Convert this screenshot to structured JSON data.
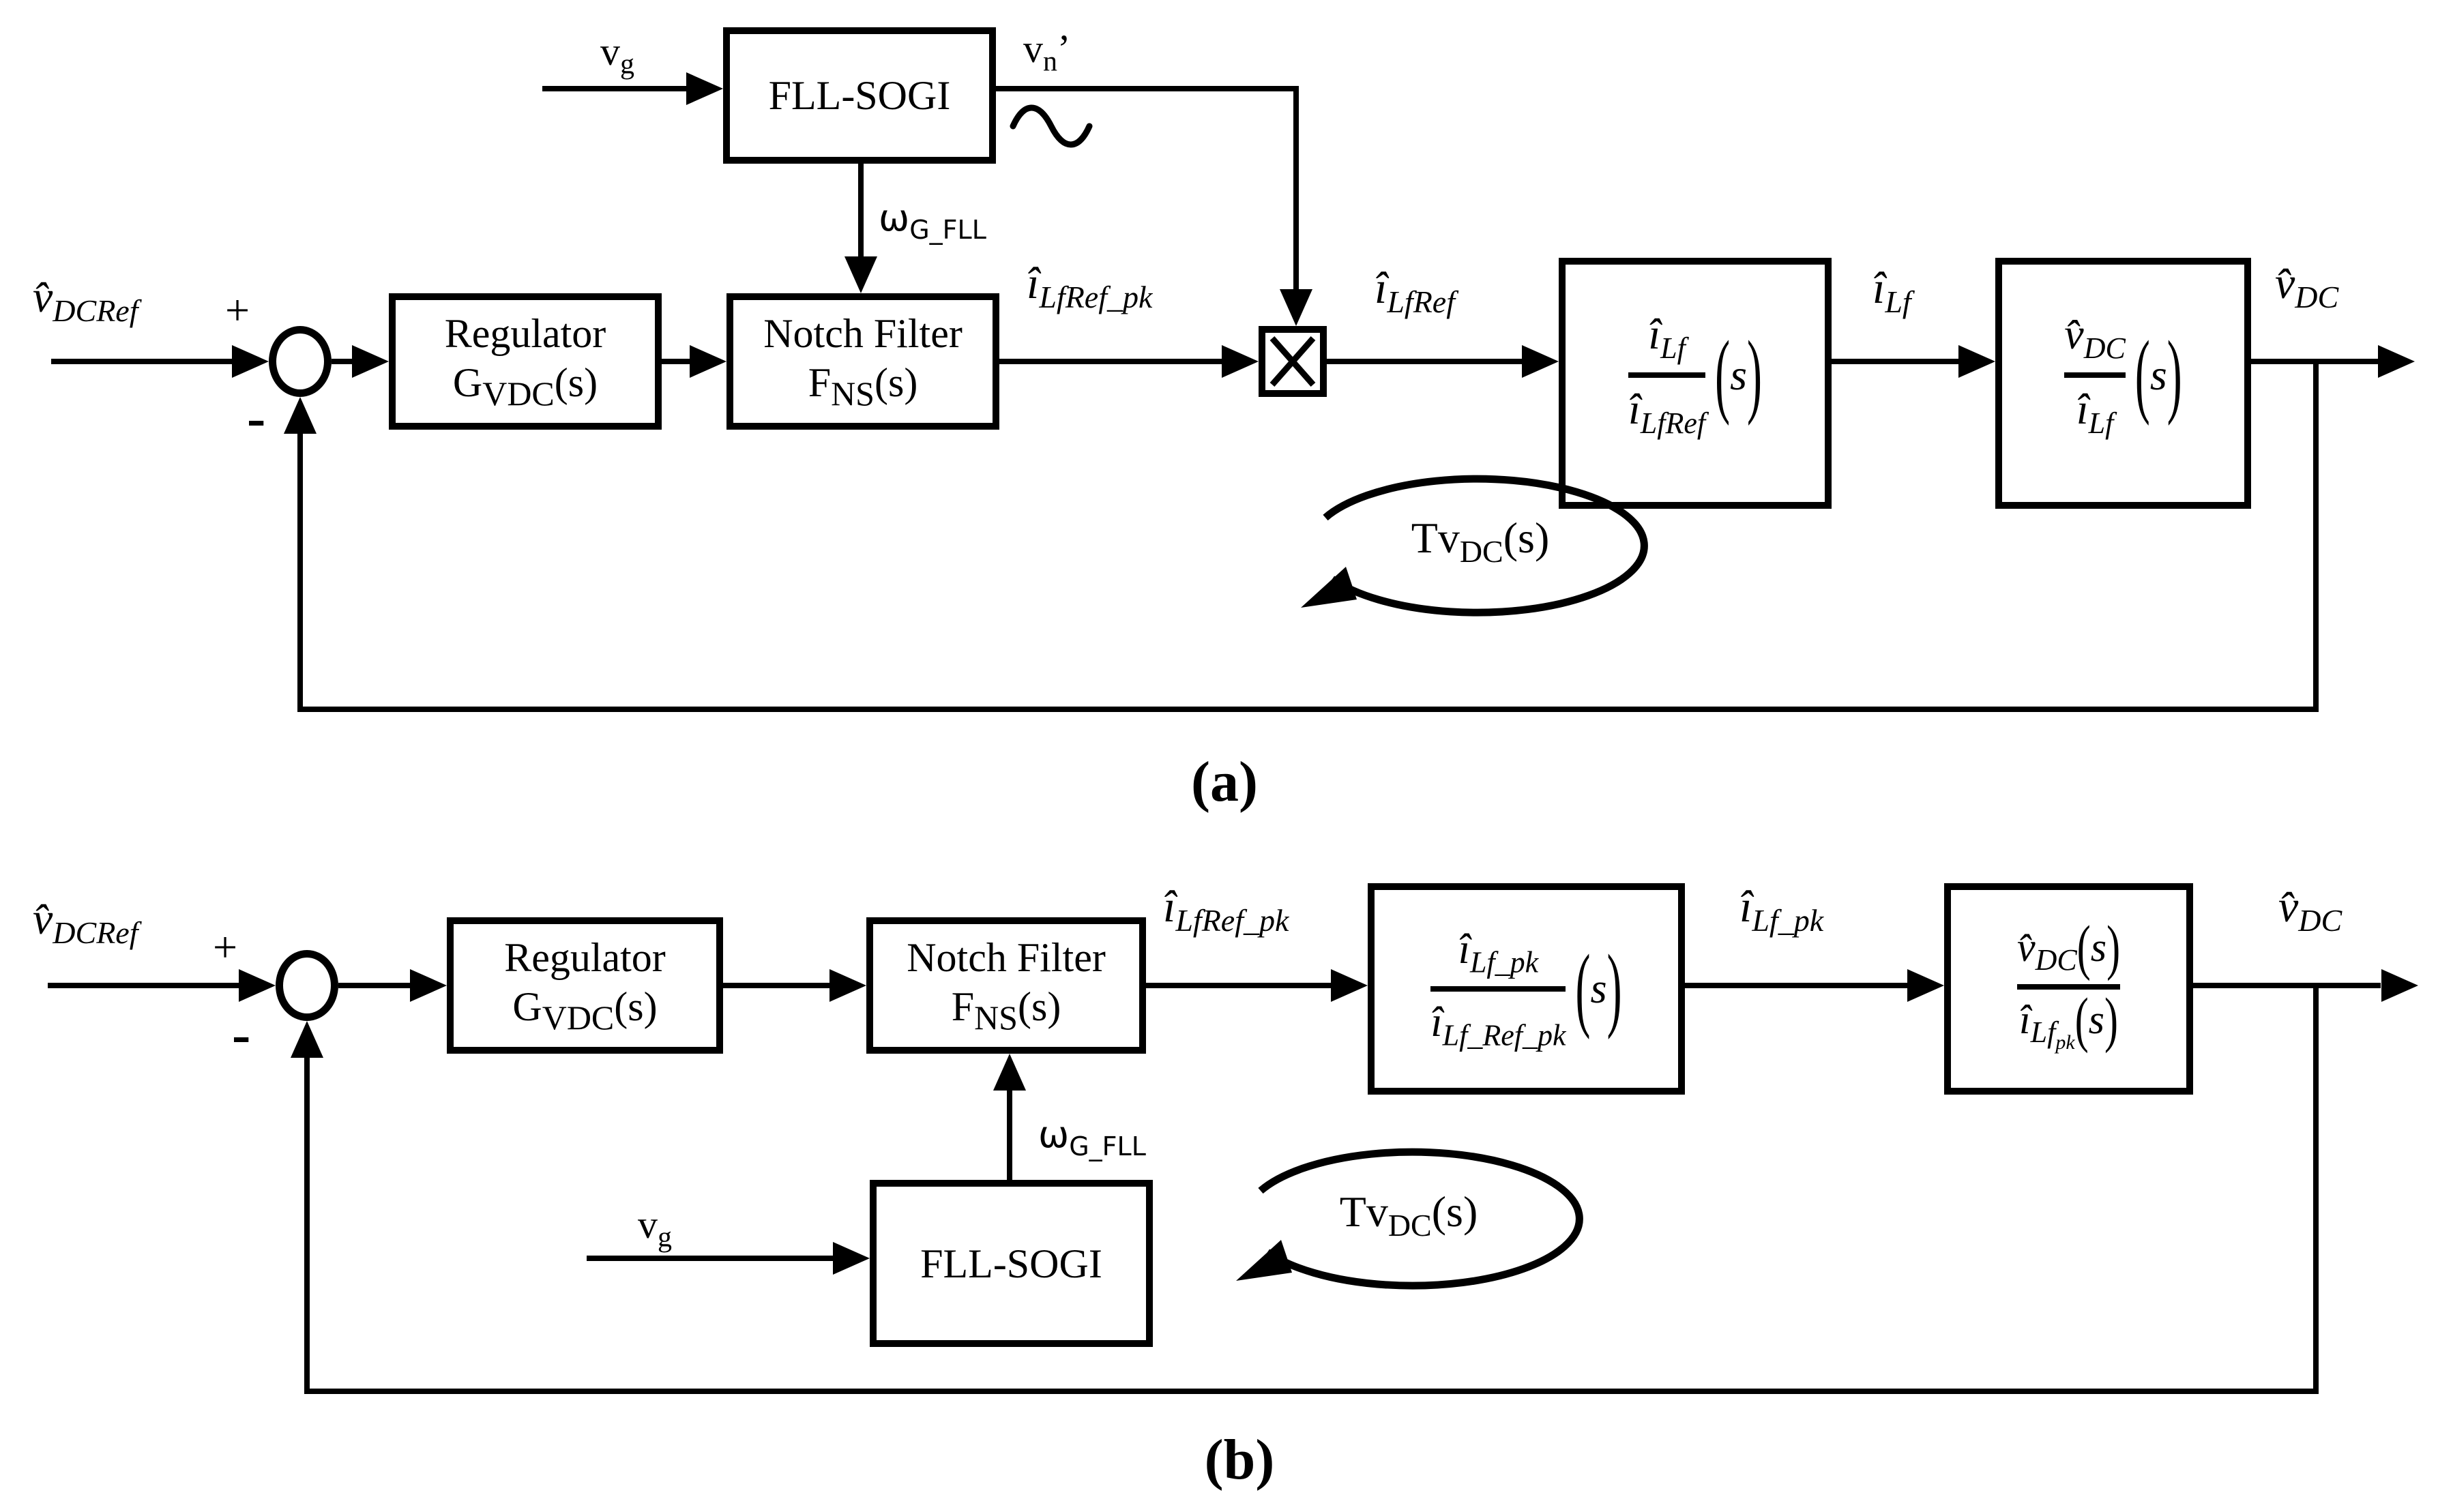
{
  "figure": {
    "caption_a": "(a)",
    "caption_b": "(b)",
    "line_color": "#000000",
    "background_color": "#ffffff"
  },
  "diagram_a": {
    "input": {
      "base": "v̂",
      "sub": "DCRef"
    },
    "sum": {
      "plus": "+",
      "minus": "-"
    },
    "regulator": {
      "title": "Regulator",
      "gain_base": "G",
      "gain_sub": "VDC",
      "gain_post": "(s)"
    },
    "notch": {
      "title": "Notch Filter",
      "gain_base": "F",
      "gain_sub": "NS",
      "gain_post": "(s)"
    },
    "fll": {
      "title": "FLL-SOGI"
    },
    "vg": {
      "base": "v",
      "sub": "g"
    },
    "vn": {
      "base": "v",
      "sub": "n",
      "post": "’"
    },
    "omega": {
      "base": "ω",
      "sub": "G_FLL"
    },
    "iLfRef_pk": {
      "base": "î",
      "sub": "LfRef_pk"
    },
    "iLfRef": {
      "base": "î",
      "sub": "LfRef"
    },
    "block1": {
      "num_base": "î",
      "num_sub": "Lf",
      "den_base": "î",
      "den_sub": "LfRef",
      "paren_open": "(",
      "s": "s",
      "paren_close": ")"
    },
    "iLf": {
      "base": "î",
      "sub": "Lf"
    },
    "block2": {
      "num_base": "v̂",
      "num_sub": "DC",
      "den_base": "î",
      "den_sub": "Lf",
      "paren_open": "(",
      "s": "s",
      "paren_close": ")"
    },
    "vdc": {
      "base": "v̂",
      "sub": "DC"
    },
    "loop": {
      "t": "T",
      "v": "v",
      "sub": "DC",
      "post": "(s)"
    }
  },
  "diagram_b": {
    "input": {
      "base": "v̂",
      "sub": "DCRef"
    },
    "sum": {
      "plus": "+",
      "minus": "-"
    },
    "regulator": {
      "title": "Regulator",
      "gain_base": "G",
      "gain_sub": "VDC",
      "gain_post": "(s)"
    },
    "notch": {
      "title": "Notch Filter",
      "gain_base": "F",
      "gain_sub": "NS",
      "gain_post": "(s)"
    },
    "fll": {
      "title": "FLL-SOGI"
    },
    "vg": {
      "base": "v",
      "sub": "g"
    },
    "omega": {
      "base": "ω",
      "sub": "G_FLL"
    },
    "iLfRef_pk": {
      "base": "î",
      "sub": "LfRef_pk"
    },
    "block1": {
      "num_base": "î",
      "num_sub": "Lf_pk",
      "den_base": "î",
      "den_sub": "Lf_Ref_pk",
      "paren_open": "(",
      "s": "s",
      "paren_close": ")"
    },
    "iLf_pk": {
      "base": "î",
      "sub": "Lf_pk"
    },
    "block2": {
      "num_base": "v̂",
      "num_sub": "DC",
      "num_paren_open": "(",
      "num_s": "s",
      "num_paren_close": ")",
      "den_base": "î",
      "den_sub": "Lf",
      "den_subsub": "pk",
      "den_paren_open": "(",
      "den_s": "s",
      "den_paren_close": ")"
    },
    "vdc": {
      "base": "v̂",
      "sub": "DC"
    },
    "loop": {
      "t": "T",
      "v": "v",
      "sub": "DC",
      "post": "(s)"
    }
  }
}
